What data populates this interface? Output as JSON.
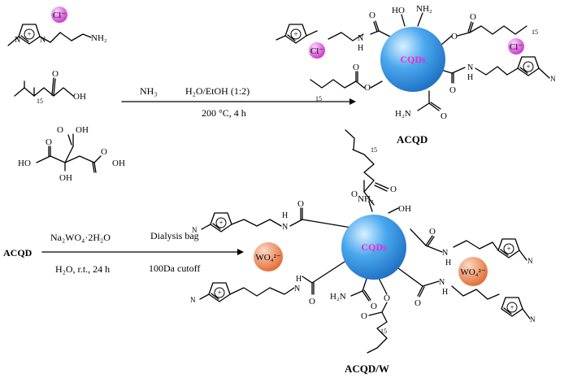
{
  "reaction1": {
    "reagent": "NH₃",
    "solvent": "H₂O/EtOH (1:2)",
    "conditions": "200 °C, 4 h"
  },
  "reaction2": {
    "start_label": "ACQD",
    "reagent": "Na₂WO₄·2H₂O",
    "conditions": "H₂O, r.t., 24 h",
    "purification": "Dialysis bag",
    "cutoff": "100Da cutoff"
  },
  "labels": {
    "core": "CQDs",
    "chloride": "Cl⁻",
    "tungstate": "WO₄²⁻",
    "plus": "+",
    "methyl_n": "N",
    "nh2": "NH₂",
    "h2n": "H₂N",
    "oh": "OH",
    "ho": "HO",
    "o": "O",
    "n": "N",
    "h": "H",
    "chain_count": "15",
    "product1": "ACQD",
    "product2": "ACQD/W"
  },
  "colors": {
    "core": "#3a9ae6",
    "chloride": "#e055e0",
    "tungstate": "#ec7a45",
    "core_text": "#ff22cc"
  }
}
